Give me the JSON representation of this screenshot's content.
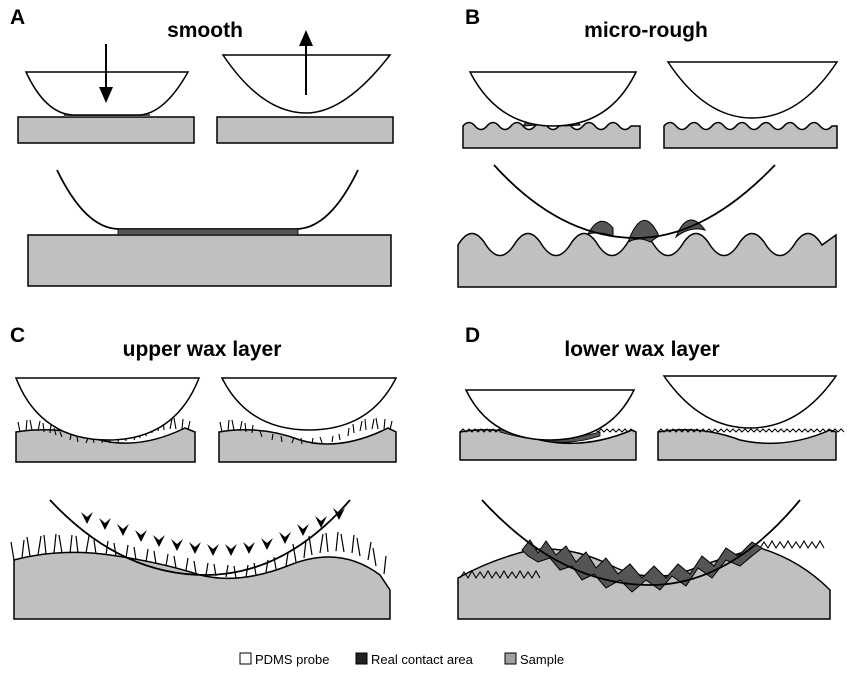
{
  "panels": {
    "a": {
      "letter": "A",
      "title": "smooth"
    },
    "b": {
      "letter": "B",
      "title": "micro-rough"
    },
    "c": {
      "letter": "C",
      "title": "upper wax layer"
    },
    "d": {
      "letter": "D",
      "title": "lower wax layer"
    }
  },
  "legend": {
    "probe": "PDMS probe",
    "contact": "Real contact area",
    "sample": "Sample"
  },
  "colors": {
    "probe_fill": "#ffffff",
    "contact_fill": "#555555",
    "sample_fill": "#c0c0c0",
    "outline": "#000000"
  }
}
